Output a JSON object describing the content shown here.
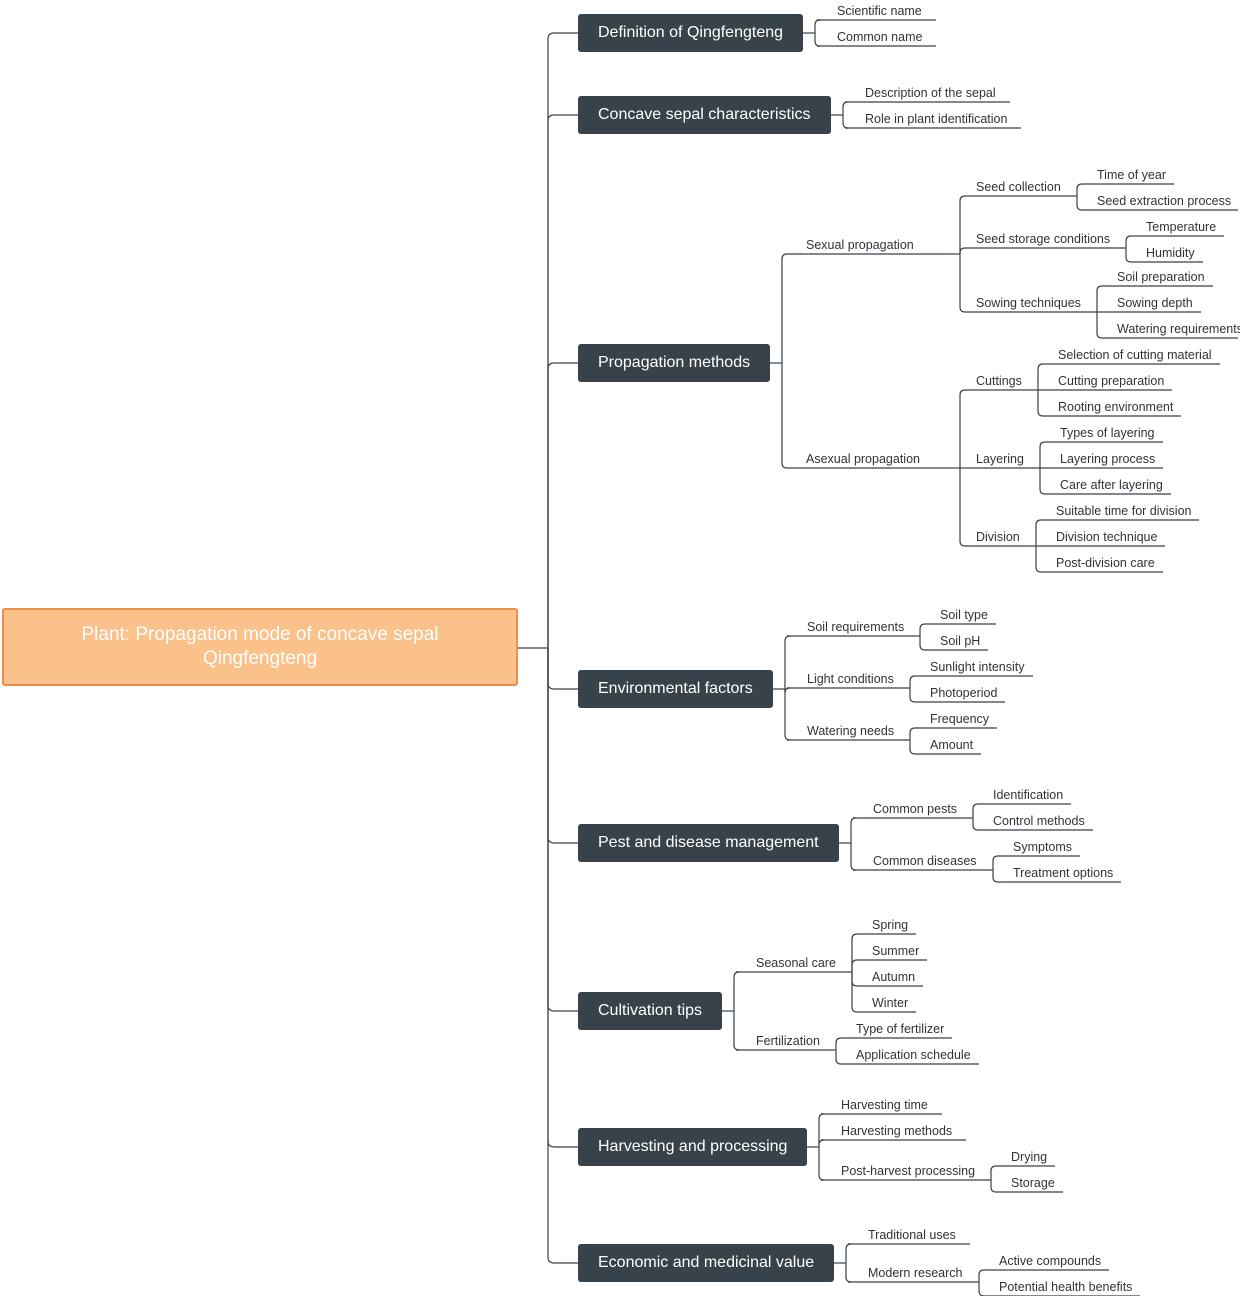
{
  "root": "Plant: Propagation mode of concave sepal Qingfengteng",
  "branches": [
    {
      "label": "Definition of Qingfengteng",
      "children": [
        {
          "label": "Scientific name"
        },
        {
          "label": "Common name"
        }
      ]
    },
    {
      "label": "Concave sepal characteristics",
      "children": [
        {
          "label": "Description of the sepal"
        },
        {
          "label": "Role in plant identification"
        }
      ]
    },
    {
      "label": "Propagation methods",
      "children": [
        {
          "label": "Sexual propagation",
          "children": [
            {
              "label": "Seed collection",
              "children": [
                {
                  "label": "Time of year"
                },
                {
                  "label": "Seed extraction process"
                }
              ]
            },
            {
              "label": "Seed storage conditions",
              "children": [
                {
                  "label": "Temperature"
                },
                {
                  "label": "Humidity"
                }
              ]
            },
            {
              "label": "Sowing techniques",
              "children": [
                {
                  "label": "Soil preparation"
                },
                {
                  "label": "Sowing depth"
                },
                {
                  "label": "Watering requirements"
                }
              ]
            }
          ]
        },
        {
          "label": "Asexual propagation",
          "children": [
            {
              "label": "Cuttings",
              "children": [
                {
                  "label": "Selection of cutting material"
                },
                {
                  "label": "Cutting preparation"
                },
                {
                  "label": "Rooting environment"
                }
              ]
            },
            {
              "label": "Layering",
              "children": [
                {
                  "label": "Types of layering"
                },
                {
                  "label": "Layering process"
                },
                {
                  "label": "Care after layering"
                }
              ]
            },
            {
              "label": "Division",
              "children": [
                {
                  "label": "Suitable time for division"
                },
                {
                  "label": "Division technique"
                },
                {
                  "label": "Post-division care"
                }
              ]
            }
          ]
        }
      ]
    },
    {
      "label": "Environmental factors",
      "children": [
        {
          "label": "Soil requirements",
          "children": [
            {
              "label": "Soil type"
            },
            {
              "label": "Soil pH"
            }
          ]
        },
        {
          "label": "Light conditions",
          "children": [
            {
              "label": "Sunlight intensity"
            },
            {
              "label": "Photoperiod"
            }
          ]
        },
        {
          "label": "Watering needs",
          "children": [
            {
              "label": "Frequency"
            },
            {
              "label": "Amount"
            }
          ]
        }
      ]
    },
    {
      "label": "Pest and disease management",
      "children": [
        {
          "label": "Common pests",
          "children": [
            {
              "label": "Identification"
            },
            {
              "label": "Control methods"
            }
          ]
        },
        {
          "label": "Common diseases",
          "children": [
            {
              "label": "Symptoms"
            },
            {
              "label": "Treatment options"
            }
          ]
        }
      ]
    },
    {
      "label": "Cultivation tips",
      "children": [
        {
          "label": "Seasonal care",
          "children": [
            {
              "label": "Spring"
            },
            {
              "label": "Summer"
            },
            {
              "label": "Autumn"
            },
            {
              "label": "Winter"
            }
          ]
        },
        {
          "label": "Fertilization",
          "children": [
            {
              "label": "Type of fertilizer"
            },
            {
              "label": "Application schedule"
            }
          ]
        }
      ]
    },
    {
      "label": "Harvesting and processing",
      "children": [
        {
          "label": "Harvesting time"
        },
        {
          "label": "Harvesting methods"
        },
        {
          "label": "Post-harvest processing",
          "children": [
            {
              "label": "Drying"
            },
            {
              "label": "Storage"
            }
          ]
        }
      ]
    },
    {
      "label": "Economic and medicinal value",
      "children": [
        {
          "label": "Traditional uses"
        },
        {
          "label": "Modern research",
          "children": [
            {
              "label": "Active compounds"
            },
            {
              "label": "Potential health benefits"
            }
          ]
        }
      ]
    }
  ]
}
